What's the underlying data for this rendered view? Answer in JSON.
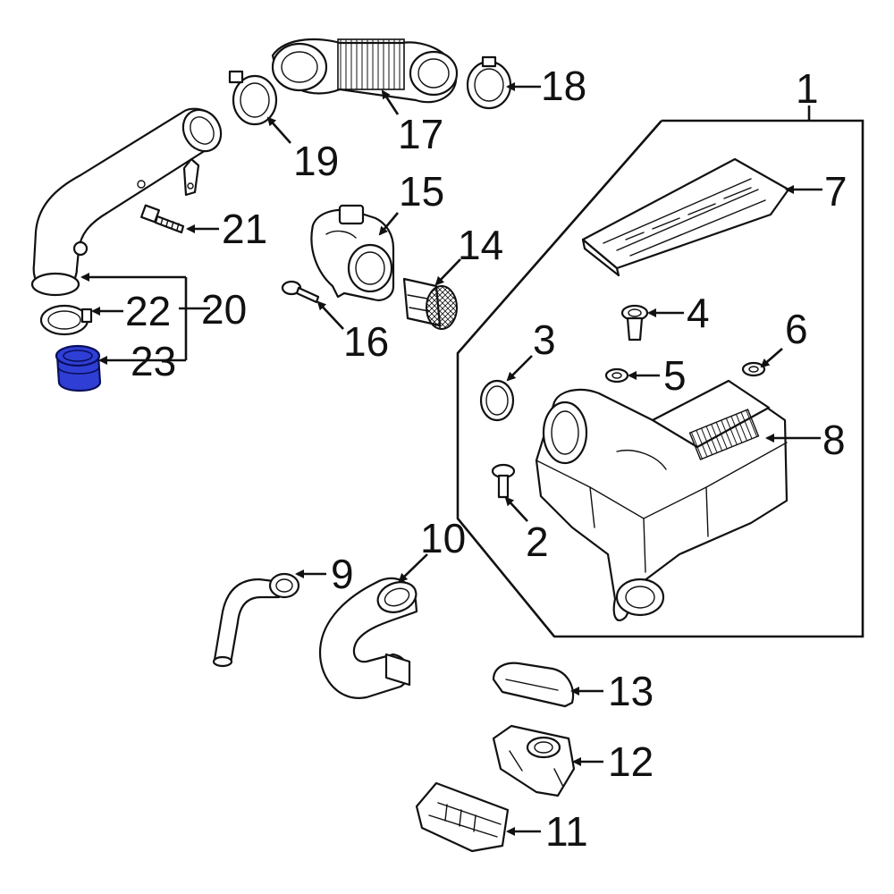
{
  "diagram": {
    "highlight_color": "#2f3fd6",
    "highlighted_part": "23",
    "callouts": [
      {
        "id": "c1",
        "label": "1"
      },
      {
        "id": "c2",
        "label": "2"
      },
      {
        "id": "c3",
        "label": "3"
      },
      {
        "id": "c4",
        "label": "4"
      },
      {
        "id": "c5",
        "label": "5"
      },
      {
        "id": "c6",
        "label": "6"
      },
      {
        "id": "c7",
        "label": "7"
      },
      {
        "id": "c8",
        "label": "8"
      },
      {
        "id": "c9",
        "label": "9"
      },
      {
        "id": "c10",
        "label": "10"
      },
      {
        "id": "c11",
        "label": "11"
      },
      {
        "id": "c12",
        "label": "12"
      },
      {
        "id": "c13",
        "label": "13"
      },
      {
        "id": "c14",
        "label": "14"
      },
      {
        "id": "c15",
        "label": "15"
      },
      {
        "id": "c16",
        "label": "16"
      },
      {
        "id": "c17",
        "label": "17"
      },
      {
        "id": "c18",
        "label": "18"
      },
      {
        "id": "c19",
        "label": "19"
      },
      {
        "id": "c20",
        "label": "20"
      },
      {
        "id": "c21",
        "label": "21"
      },
      {
        "id": "c22",
        "label": "22"
      },
      {
        "id": "c23",
        "label": "23"
      }
    ]
  }
}
